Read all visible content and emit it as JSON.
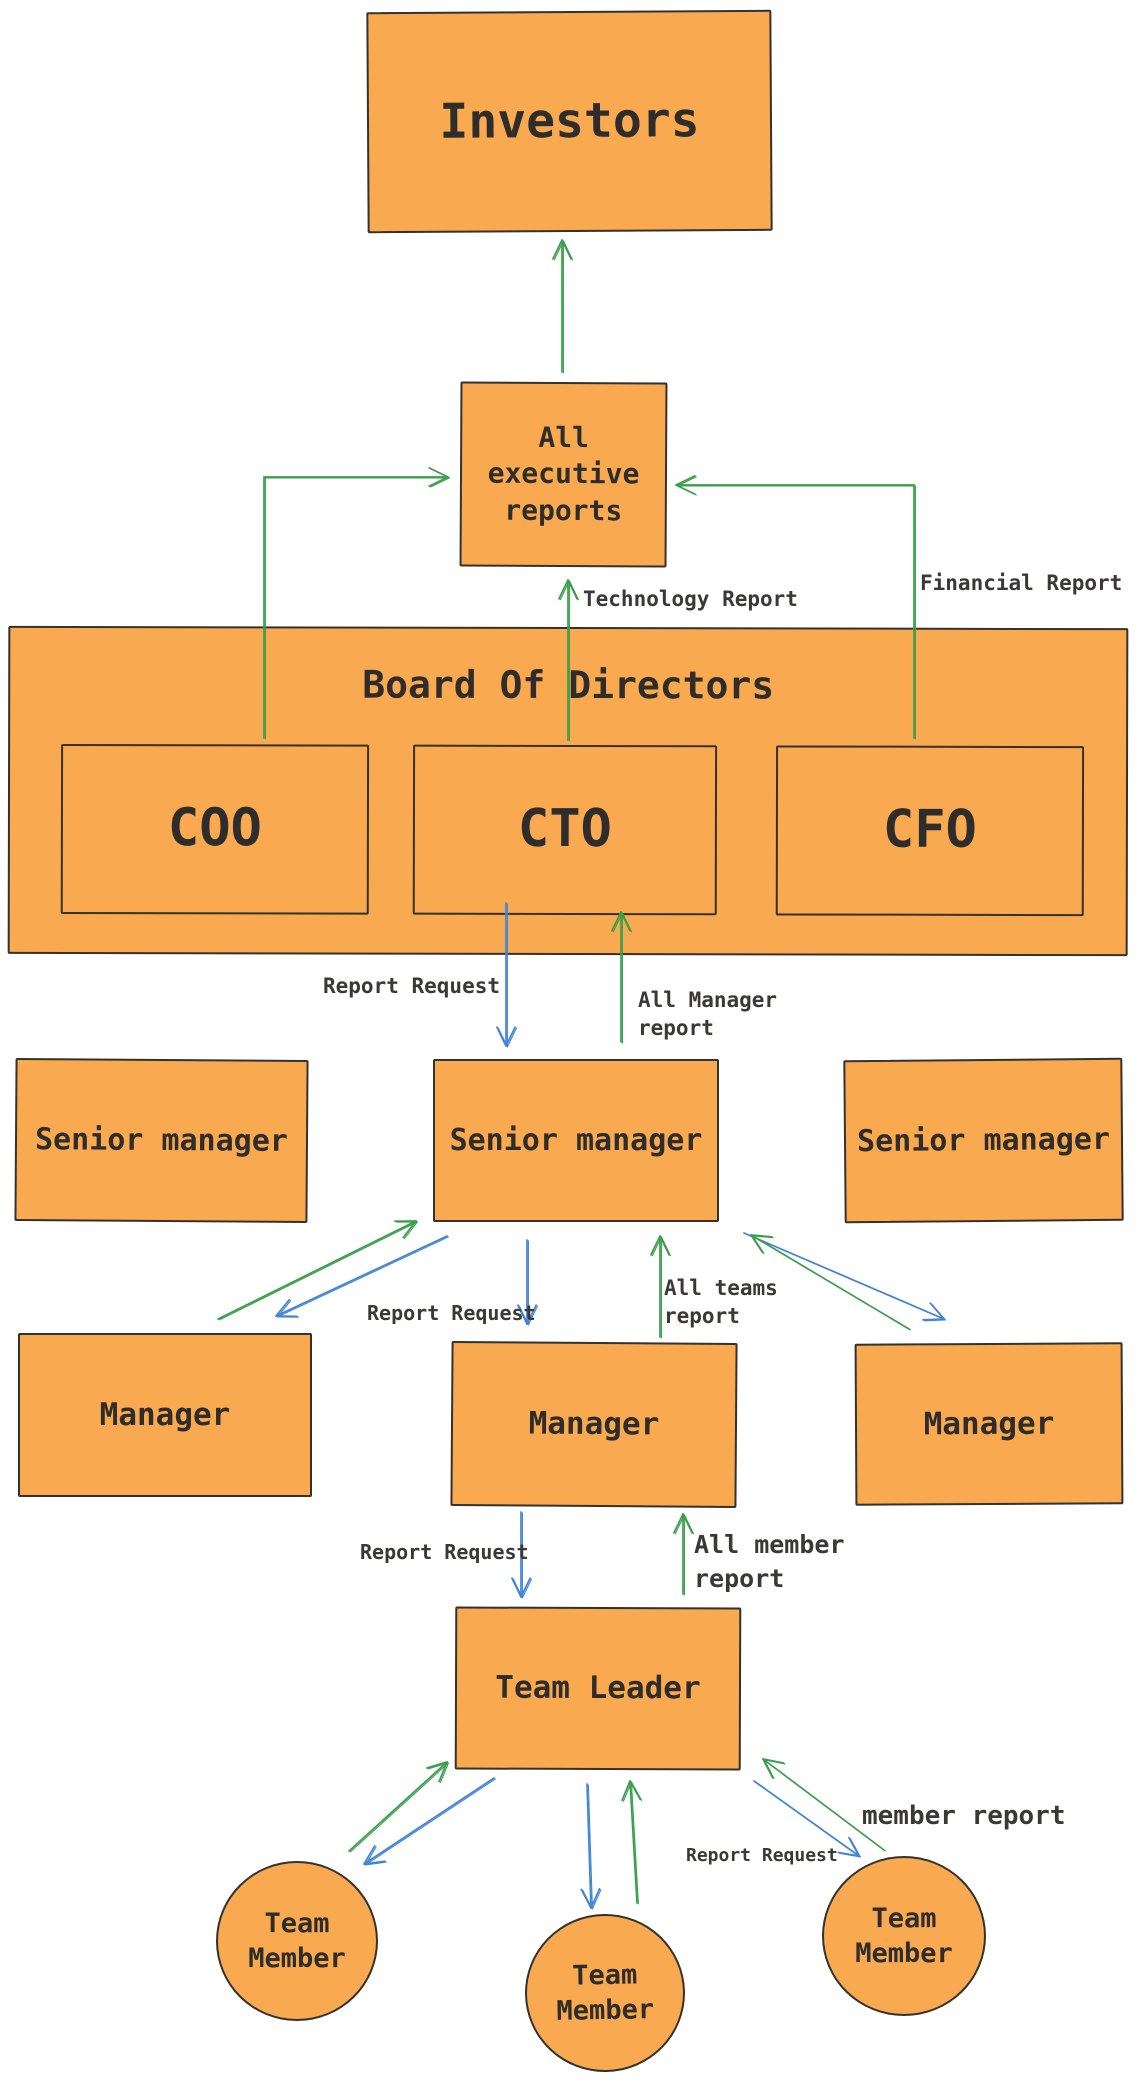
{
  "title": "Company reporting hierarchy diagram",
  "colors": {
    "node_fill": "#f9a94f",
    "node_border": "#33322e",
    "text": "#2e2d2b",
    "arrow_green": "#3a9e4c",
    "arrow_blue": "#4284d6"
  },
  "nodes": {
    "investors": "Investors",
    "exec_reports": "All executive reports",
    "board_title": "Board Of Directors",
    "coo": "COO",
    "cto": "CTO",
    "cfo": "CFO",
    "senior_left": "Senior manager",
    "senior_center": "Senior manager",
    "senior_right": "Senior manager",
    "manager_left": "Manager",
    "manager_center": "Manager",
    "manager_right": "Manager",
    "team_leader": "Team Leader",
    "member_left": "Team Member",
    "member_center": "Team Member",
    "member_right": "Team Member"
  },
  "edge_labels": {
    "technology_report": "Technology Report",
    "financial_report": "Financial Report",
    "report_request_board": "Report Request",
    "all_manager_report": "All Manager report",
    "report_request_senior": "Report Request",
    "all_teams_report": "All teams report",
    "report_request_manager": "Report Request",
    "all_member_report": "All member report",
    "report_request_leader": "Report Request",
    "member_report": "member report"
  }
}
